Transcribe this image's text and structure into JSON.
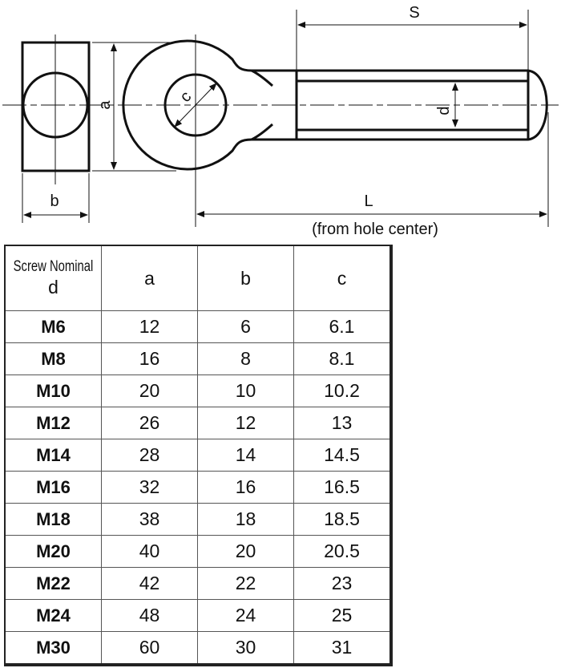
{
  "drawing": {
    "labels": {
      "S": "S",
      "a": "a",
      "c": "c",
      "d": "d",
      "b": "b",
      "L": "L",
      "L_note": "(from hole center)"
    }
  },
  "table": {
    "headers": {
      "nominal_line1": "Screw Nominal",
      "nominal_line2": "d",
      "a": "a",
      "b": "b",
      "c": "c"
    },
    "rows": [
      {
        "d": "M6",
        "a": "12",
        "b": "6",
        "c": "6.1"
      },
      {
        "d": "M8",
        "a": "16",
        "b": "8",
        "c": "8.1"
      },
      {
        "d": "M10",
        "a": "20",
        "b": "10",
        "c": "10.2"
      },
      {
        "d": "M12",
        "a": "26",
        "b": "12",
        "c": "13"
      },
      {
        "d": "M14",
        "a": "28",
        "b": "14",
        "c": "14.5"
      },
      {
        "d": "M16",
        "a": "32",
        "b": "16",
        "c": "16.5"
      },
      {
        "d": "M18",
        "a": "38",
        "b": "18",
        "c": "18.5"
      },
      {
        "d": "M20",
        "a": "40",
        "b": "20",
        "c": "20.5"
      },
      {
        "d": "M22",
        "a": "42",
        "b": "22",
        "c": "23"
      },
      {
        "d": "M24",
        "a": "48",
        "b": "24",
        "c": "25"
      },
      {
        "d": "M30",
        "a": "60",
        "b": "30",
        "c": "31"
      }
    ]
  }
}
